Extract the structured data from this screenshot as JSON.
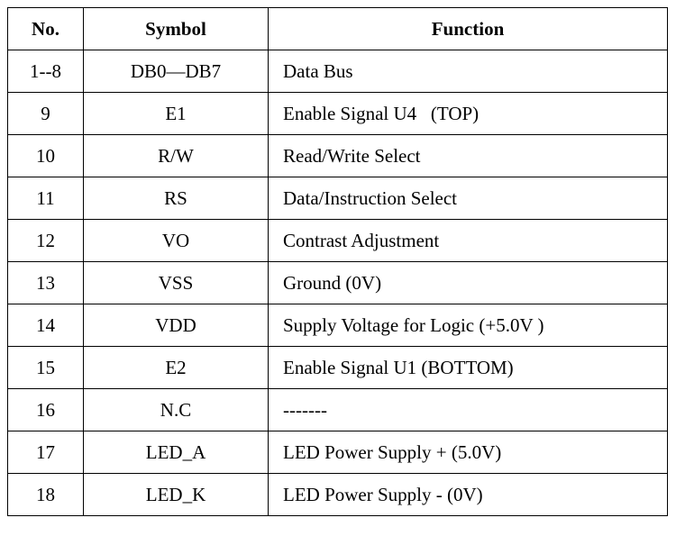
{
  "table": {
    "headers": {
      "no": "No.",
      "symbol": "Symbol",
      "function": "Function"
    },
    "rows": [
      {
        "no": "1--8",
        "symbol": "DB0—DB7",
        "function": "Data Bus"
      },
      {
        "no": "9",
        "symbol": "E1",
        "function": "Enable Signal U4   (TOP)"
      },
      {
        "no": "10",
        "symbol": "R/W",
        "function": "Read/Write Select"
      },
      {
        "no": "11",
        "symbol": "RS",
        "function": "Data/Instruction Select"
      },
      {
        "no": "12",
        "symbol": "VO",
        "function": "Contrast Adjustment"
      },
      {
        "no": "13",
        "symbol": "VSS",
        "function": "Ground (0V)"
      },
      {
        "no": "14",
        "symbol": "VDD",
        "function": "Supply Voltage for Logic (+5.0V )"
      },
      {
        "no": "15",
        "symbol": "E2",
        "function": "Enable Signal U1 (BOTTOM)"
      },
      {
        "no": "16",
        "symbol": "N.C",
        "function": "-------"
      },
      {
        "no": "17",
        "symbol": "LED_A",
        "function": "LED Power Supply + (5.0V)"
      },
      {
        "no": "18",
        "symbol": "LED_K",
        "function": "LED Power Supply - (0V)"
      }
    ]
  }
}
